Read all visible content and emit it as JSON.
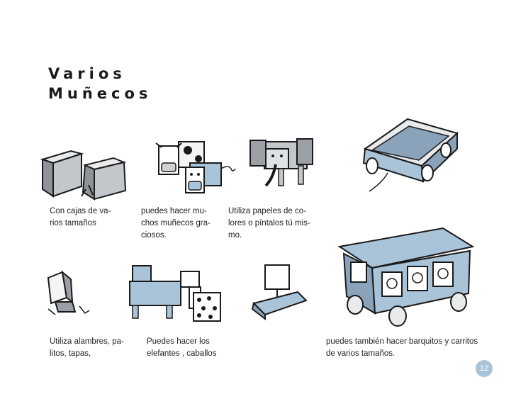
{
  "title": {
    "line1": "Varios",
    "line2": "Muñecos"
  },
  "captions": {
    "c1": [
      "Con  cajas de va-",
      "rios tamaños"
    ],
    "c2": [
      "puedes hacer    mu-",
      "chos  muñecos  gra-",
      "ciosos."
    ],
    "c3": [
      "Utiliza papeles de co-",
      "lores o píntalos tú mis-",
      "mo."
    ],
    "c4": [
      "Utiliza alambres, pa-",
      "litos, tapas,"
    ],
    "c5": [
      "Puedes  hacer  los",
      "elefantes , caballos"
    ],
    "c6": [
      "puedes también hacer barquitos y carritos",
      "de varios tamaños."
    ]
  },
  "page_number": "12",
  "colors": {
    "box_blue": "#a9c3d9",
    "box_gray": "#b4b8bd",
    "ink": "#1a1a1a"
  },
  "icons": [
    "boxes-illustration",
    "cow-illustration",
    "elephant-illustration",
    "wagon-illustration",
    "paper-figure-illustration",
    "horse-giraffe-illustration",
    "sailboat-illustration",
    "bus-illustration"
  ]
}
